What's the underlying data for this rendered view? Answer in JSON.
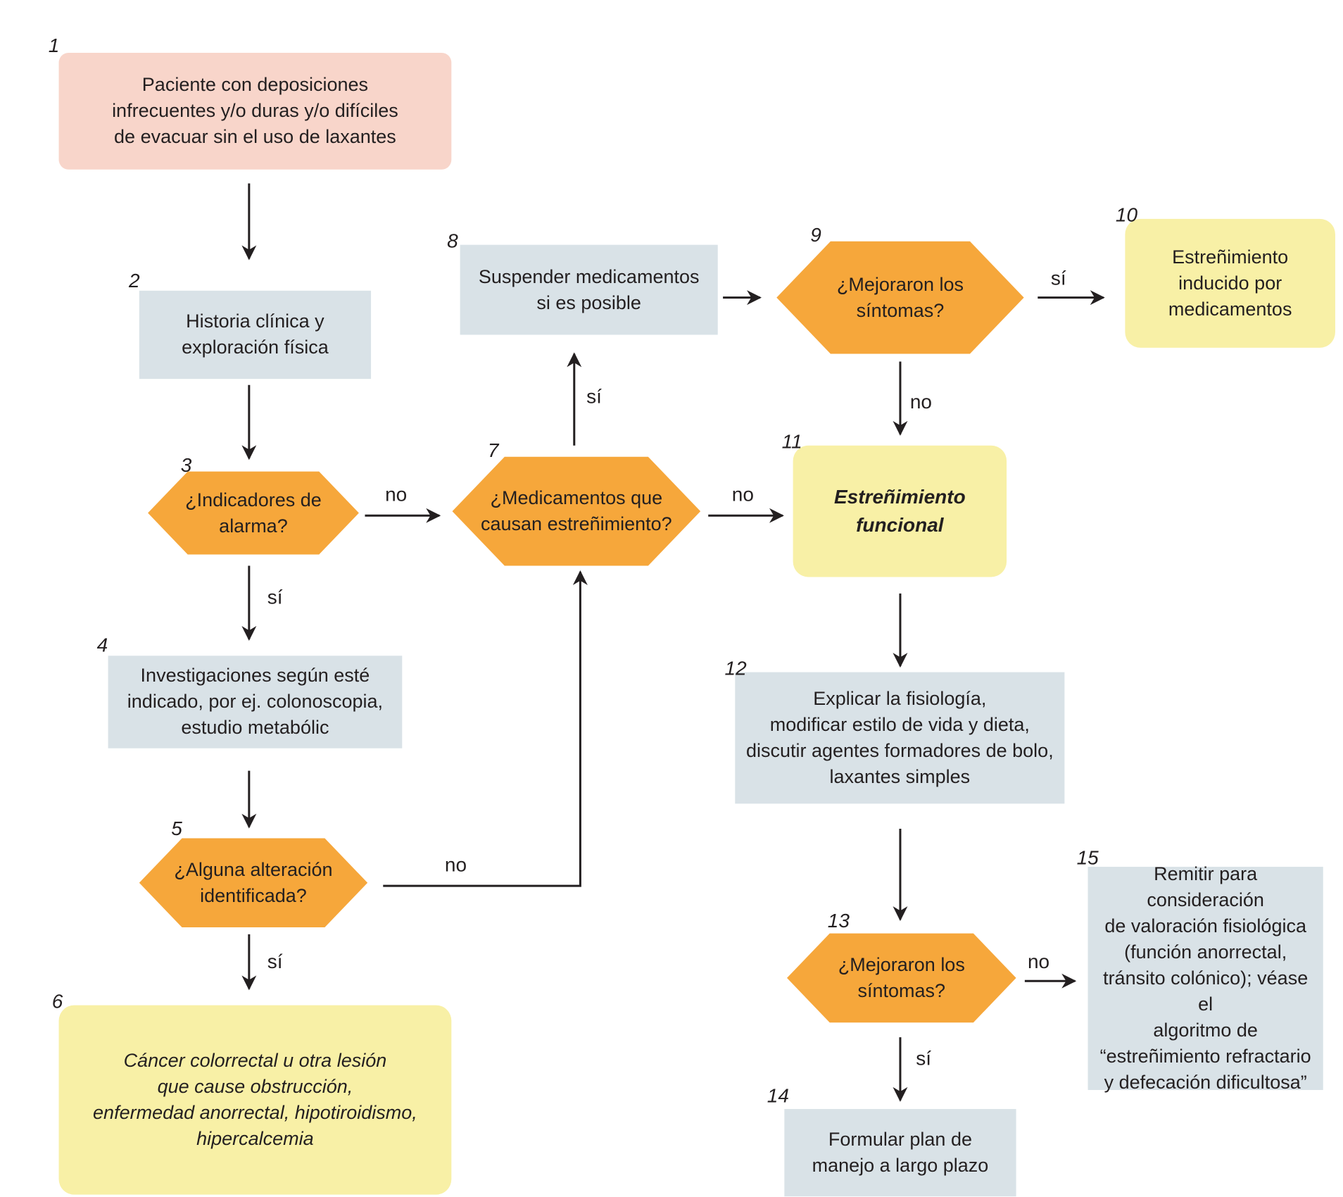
{
  "colors": {
    "start": "#f8d5ca",
    "process": "#d9e2e7",
    "decision": "#f6a73b",
    "outcome": "#f8f0a6",
    "line": "#231f20"
  },
  "nodes": [
    {
      "num": "1",
      "shape": "start-box",
      "text": "Paciente con deposiciones\ninfrecuentes y/o duras y/o difíciles\nde evacuar sin el uso de laxantes"
    },
    {
      "num": "2",
      "shape": "process-box",
      "text": "Historia clínica y\nexploración física"
    },
    {
      "num": "3",
      "shape": "decision-hex",
      "text": "¿Indicadores de\nalarma?"
    },
    {
      "num": "4",
      "shape": "process-box",
      "text": "Investigaciones según esté\nindicado, por ej. colonoscopia,\nestudio metabólic"
    },
    {
      "num": "5",
      "shape": "decision-hex",
      "text": "¿Alguna alteración\nidentificada?"
    },
    {
      "num": "6",
      "shape": "outcome-box",
      "text": "Cáncer colorrectal u otra lesión\nque cause obstrucción,\nenfermedad anorrectal, hipotiroidismo,\nhipercalcemia"
    },
    {
      "num": "7",
      "shape": "decision-hex",
      "text": "¿Medicamentos que\ncausan estreñimiento?"
    },
    {
      "num": "8",
      "shape": "process-box",
      "text": "Suspender medicamentos\nsi es posible"
    },
    {
      "num": "9",
      "shape": "decision-hex",
      "text": "¿Mejoraron los\nsíntomas?"
    },
    {
      "num": "10",
      "shape": "outcome-box",
      "text": "Estreñimiento\ninducido por\nmedicamentos"
    },
    {
      "num": "11",
      "shape": "outcome-box",
      "text": "Estreñimiento\nfuncional"
    },
    {
      "num": "12",
      "shape": "process-box",
      "text": "Explicar la fisiología,\nmodificar estilo de vida y dieta,\ndiscutir agentes formadores de bolo,\nlaxantes simples"
    },
    {
      "num": "13",
      "shape": "decision-hex",
      "text": "¿Mejoraron los\nsíntomas?"
    },
    {
      "num": "14",
      "shape": "process-box",
      "text": "Formular plan de\nmanejo a largo plazo"
    },
    {
      "num": "15",
      "shape": "process-box",
      "text": "Remitir para consideración\nde valoración fisiológica\n(función anorrectal,\ntránsito colónico); véase el\nalgoritmo de\n“estreñimiento refractario\ny defecación dificultosa”"
    }
  ],
  "edges": [
    {
      "from": "1",
      "to": "2",
      "label": ""
    },
    {
      "from": "2",
      "to": "3",
      "label": ""
    },
    {
      "from": "3",
      "to": "7",
      "label": "no"
    },
    {
      "from": "3",
      "to": "4",
      "label": "sí"
    },
    {
      "from": "4",
      "to": "5",
      "label": ""
    },
    {
      "from": "5",
      "to": "6",
      "label": "sí"
    },
    {
      "from": "5",
      "to": "7",
      "label": "no"
    },
    {
      "from": "7",
      "to": "8",
      "label": "sí"
    },
    {
      "from": "7",
      "to": "11",
      "label": "no"
    },
    {
      "from": "8",
      "to": "9",
      "label": ""
    },
    {
      "from": "9",
      "to": "10",
      "label": "sí"
    },
    {
      "from": "9",
      "to": "11",
      "label": "no"
    },
    {
      "from": "11",
      "to": "12",
      "label": ""
    },
    {
      "from": "12",
      "to": "13",
      "label": ""
    },
    {
      "from": "13",
      "to": "15",
      "label": "no"
    },
    {
      "from": "13",
      "to": "14",
      "label": "sí"
    }
  ]
}
